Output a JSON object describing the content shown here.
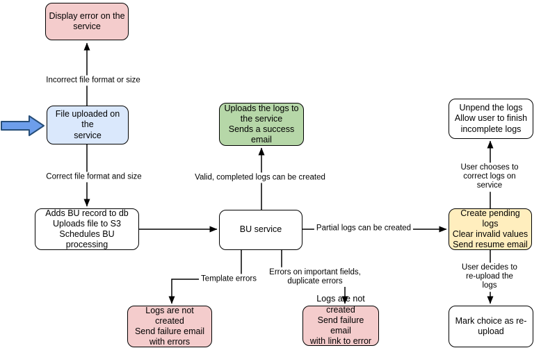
{
  "diagram": {
    "type": "flowchart",
    "nodes": {
      "display_error": {
        "label": "Display error on the\nservice"
      },
      "file_uploaded": {
        "label": "File uploaded on the\nservice"
      },
      "adds_bu_record": {
        "label": "Adds BU record to db\nUploads file to S3\nSchedules BU processing"
      },
      "bu_service": {
        "label": "BU service"
      },
      "uploads_logs": {
        "label": "Uploads the logs to\nthe service\nSends a success\nemail"
      },
      "unpend_logs": {
        "label": "Unpend the logs\nAllow user to finish\nincomplete logs"
      },
      "create_pending_logs": {
        "label": "Create pending logs\nClear invalid values\nSend resume email"
      },
      "mark_reupload": {
        "label": "Mark choice as re-\nupload"
      },
      "logs_not_created_errors": {
        "label": "Logs are not created\nSend failure email\nwith errors"
      },
      "logs_not_created_summary": {
        "label": "Logs are not created\nSend failure email\nwith link to error\nsummary"
      }
    },
    "edge_labels": {
      "incorrect_format": "Incorrect file format or size",
      "correct_format": "Correct file format and size",
      "valid_completed": "Valid, completed logs can be created",
      "partial_logs": "Partial logs can be created",
      "template_errors": "Template errors",
      "important_field_errors": "Errors on important fields,\nduplicate errors",
      "user_corrects": "User chooses to correct logs on service",
      "user_reuploads": "User decides to re-upload the logs"
    },
    "icons": {
      "entry_arrow": "right-block-arrow"
    },
    "colors": {
      "error_fill": "#f4cccc",
      "start_fill": "#dae8fc",
      "success_fill": "#b6d7a8",
      "pending_fill": "#ffeebe",
      "plain_fill": "#ffffff",
      "line_color": "#000000",
      "entry_arrow_fill": "#6d9eeb",
      "entry_arrow_stroke": "#274e78"
    }
  }
}
